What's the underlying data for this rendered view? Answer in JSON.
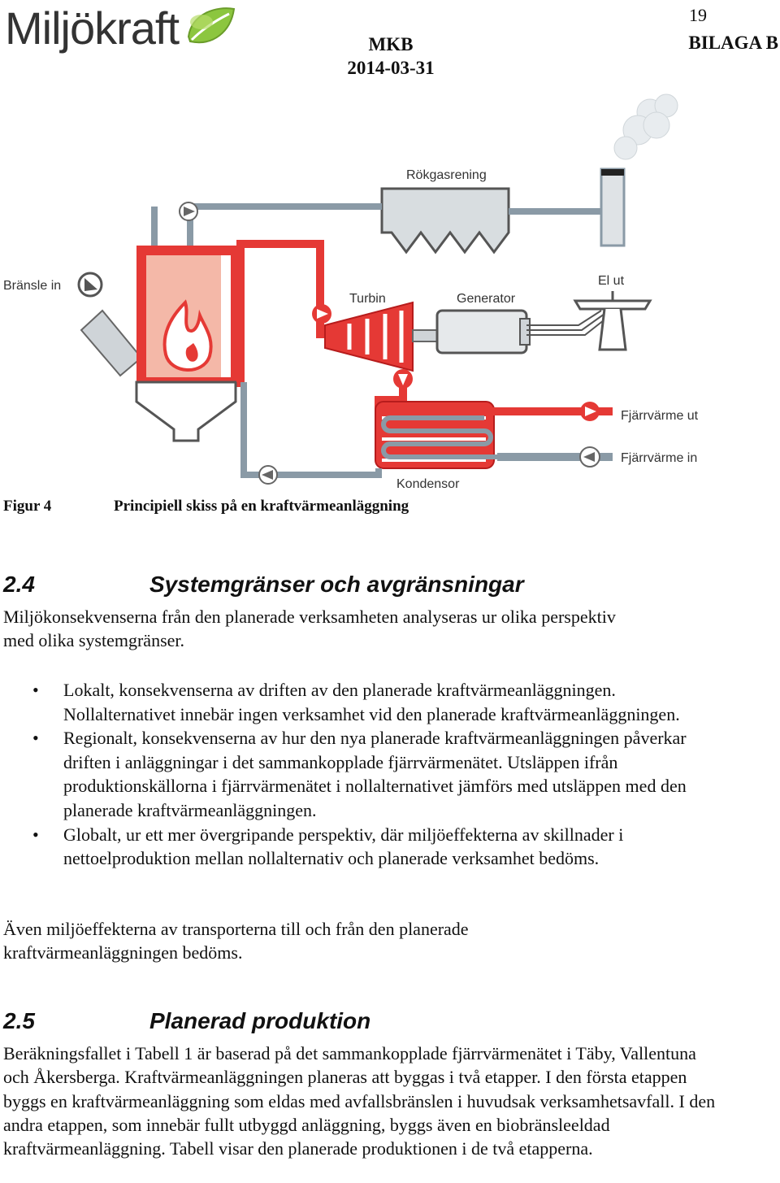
{
  "header": {
    "logo_text": "Miljökraft",
    "page_number": "19",
    "doc_code": "MKB",
    "doc_date": "2014-03-31",
    "appendix": "BILAGA B"
  },
  "figure": {
    "labels": {
      "flue_gas_cleaning": "Rökgasrening",
      "fuel_in": "Bränsle in",
      "turbine": "Turbin",
      "generator": "Generator",
      "power_out": "El ut",
      "district_heat_out": "Fjärrvärme ut",
      "district_heat_in": "Fjärrvärme in",
      "condenser": "Kondensor"
    },
    "caption_label": "Figur 4",
    "caption_text": "Principiell skiss på en kraftvärmeanläggning"
  },
  "section_2_4": {
    "number": "2.4",
    "title": "Systemgränser och avgränsningar",
    "intro": "Miljökonsekvenserna från den planerade verksamheten analyseras ur olika perspektiv med olika systemgränser.",
    "bullets": [
      "Lokalt, konsekvenserna av driften av den planerade kraftvärmeanläggningen. Nollalternativet innebär ingen verksamhet vid den planerade kraftvärmeanläggningen.",
      "Regionalt, konsekvenserna av hur den nya planerade kraftvärmeanläggningen påverkar driften i anläggningar i det sammankopplade fjärrvärmenätet. Utsläppen ifrån produktionskällorna i fjärrvärmenätet i nollalternativet jämförs med utsläppen med den planerade kraftvärmeanläggningen.",
      "Globalt, ur ett mer övergripande perspektiv, där miljöeffekterna av skillnader i nettoelproduktion mellan nollalternativ och planerade verksamhet bedöms."
    ],
    "closing": "Även miljöeffekterna av transporterna till och från den planerade kraftvärmeanläggningen bedöms."
  },
  "section_2_5": {
    "number": "2.5",
    "title": "Planerad produktion",
    "body": "Beräkningsfallet i Tabell 1 är baserad på det sammankopplade fjärrvärmenätet i Täby, Vallentuna och Åkersberga. Kraftvärmeanläggningen planeras att byggas i två etapper. I den första etappen byggs en kraftvärmeanläggning som eldas med avfallsbränslen i huvudsak verksamhetsavfall. I den andra etappen, som innebär fullt utbyggd anläggning, byggs även en biobränsleeldad kraftvärmeanläggning. Tabell visar den planerade produktionen i de två etapperna."
  },
  "colors": {
    "red": "#e53935",
    "grey_steel": "#8a9aa6",
    "pink": "#f4b8a8",
    "leaf_green": "#8cc63f"
  }
}
